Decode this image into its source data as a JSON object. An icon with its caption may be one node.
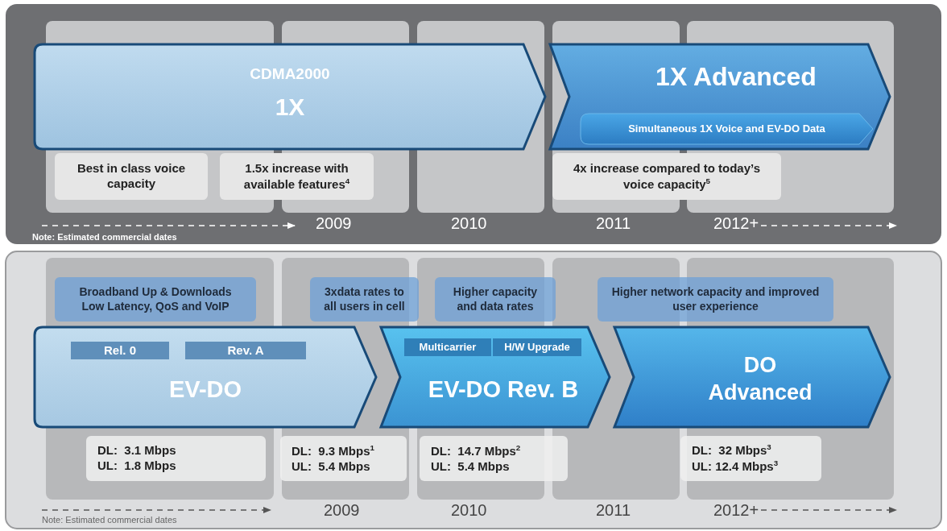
{
  "diagram": {
    "nodes": [
      {
        "text": [
          "CDMA2000",
          "1X"
        ]
      },
      {
        "text": [
          "1X Advanced"
        ]
      },
      {
        "text": [
          "Simultaneous 1X Voice and EV-DO Data"
        ],
        "in": 1
      },
      {
        "text": [
          "Best in class voice capacity"
        ]
      },
      {
        "text": [
          "1.5x increase with available features$^{4}$"
        ]
      },
      {
        "text": [
          "4x increase compared to today’s voice capacity$^{5}$"
        ]
      },
      {
        "text": [
          "Broadband Up & Downloads Low Latency, QoS and VoIP"
        ]
      },
      {
        "text": [
          "3xdata rates to all users in cell"
        ]
      },
      {
        "text": [
          "Higher capacity and data rates"
        ]
      },
      {
        "text": [
          "Higher network capacity and improved user experience"
        ]
      },
      {
        "text": [
          "EV-DO"
        ]
      },
      {
        "text": [
          "Rel. 0"
        ],
        "in": 10
      },
      {
        "text": [
          "Rev. A"
        ],
        "in": 10
      },
      {
        "text": [
          "EV-DO Rev. B"
        ]
      },
      {
        "text": [
          "Multicarrier"
        ],
        "in": 13
      },
      {
        "text": [
          "H/W Upgrade"
        ],
        "in": 13
      },
      {
        "text": [
          "DO Advanced"
        ]
      },
      {
        "text": [
          "DL:  3.1 Mbps",
          "UL:  1.8 Mbps"
        ]
      },
      {
        "text": [
          "DL:  9.3 Mbps$^{1}$",
          "UL:  5.4 Mbps"
        ]
      },
      {
        "text": [
          "DL:  14.7 Mbps$^{2}$",
          "UL:  5.4 Mbps"
        ]
      },
      {
        "text": [
          "DL:  32 Mbps$^{3}$",
          "UL: 12.4 Mbps$^{3}$"
        ]
      }
    ],
    "labels": [
      "2009",
      "2010",
      "2011",
      "2012+",
      "Note: Estimated commercial dates",
      "2009",
      "2010",
      "2011",
      "2012+",
      "Note: Estimated commercial dates"
    ]
  }
}
